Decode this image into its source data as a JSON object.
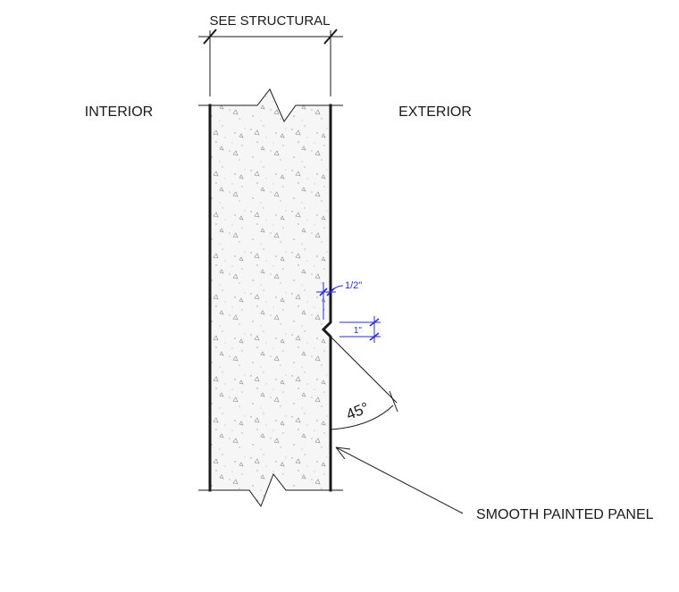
{
  "labels": {
    "dimension_top": "SEE STRUCTURAL",
    "side_left": "INTERIOR",
    "side_right": "EXTERIOR",
    "callout": "SMOOTH PAINTED PANEL"
  },
  "dimensions": {
    "groove_depth": "1/2\"",
    "groove_height": "1\"",
    "chamfer_angle": "45°"
  },
  "colors": {
    "linework": "#1a1a1a",
    "dimension_blue": "#2a2ad8",
    "concrete_fill": "#f4f4f4"
  }
}
